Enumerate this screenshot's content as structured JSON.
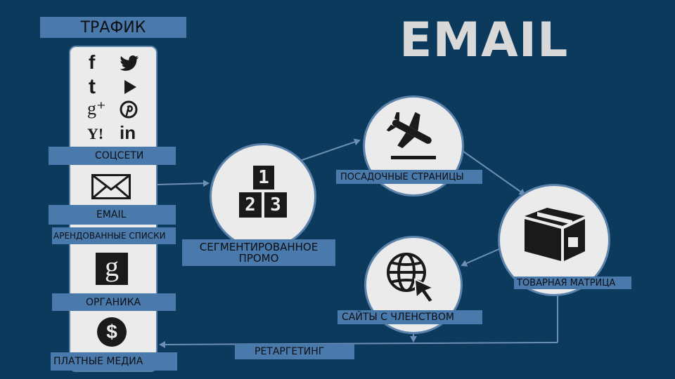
{
  "title": "EMAIL",
  "traffic": {
    "title": "ТРАФИК",
    "icons": [
      "facebook-icon",
      "twitter-icon",
      "tumblr-icon",
      "youtube-play-icon",
      "google-plus-icon",
      "pinterest-icon",
      "yahoo-icon",
      "linkedin-icon",
      "envelope-icon",
      "google-icon",
      "dollar-icon"
    ],
    "labels": {
      "social": "СОЦСЕТИ",
      "email": "EMAIL",
      "rented": "АРЕНДОВАННЫЕ СПИСКИ",
      "organic": "ОРГАНИКА",
      "paid": "ПЛАТНЫЕ МЕДИА"
    },
    "glyphs": {
      "facebook": "f",
      "tumblr": "t",
      "google_plus": "g⁺",
      "yahoo": "Y!",
      "linkedin": "in",
      "google": "g",
      "dollar": "$"
    }
  },
  "nodes": {
    "segmented": {
      "label_line1": "СЕГМЕНТИРОВАННОЕ",
      "label_line2": "ПРОМО",
      "podium": [
        "1",
        "2",
        "3"
      ]
    },
    "landing": {
      "label": "ПОСАДОЧНЫЕ СТРАНИЦЫ",
      "icon": "plane-landing-icon"
    },
    "product": {
      "label": "ТОВАРНАЯ МАТРИЦА",
      "icon": "box-icon"
    },
    "membership": {
      "label": "САЙТЫ С ЧЛЕНСТВОМ",
      "icon": "globe-cursor-icon"
    },
    "retargeting": {
      "label": "РЕТАРГЕТИНГ"
    }
  },
  "colors": {
    "background": "#0b3a5c",
    "label_bg": "#4a7aab",
    "panel": "#ebebeb",
    "arrow": "#6d8fb5",
    "icon": "#1a1a1a",
    "title": "#d9d9d9"
  }
}
